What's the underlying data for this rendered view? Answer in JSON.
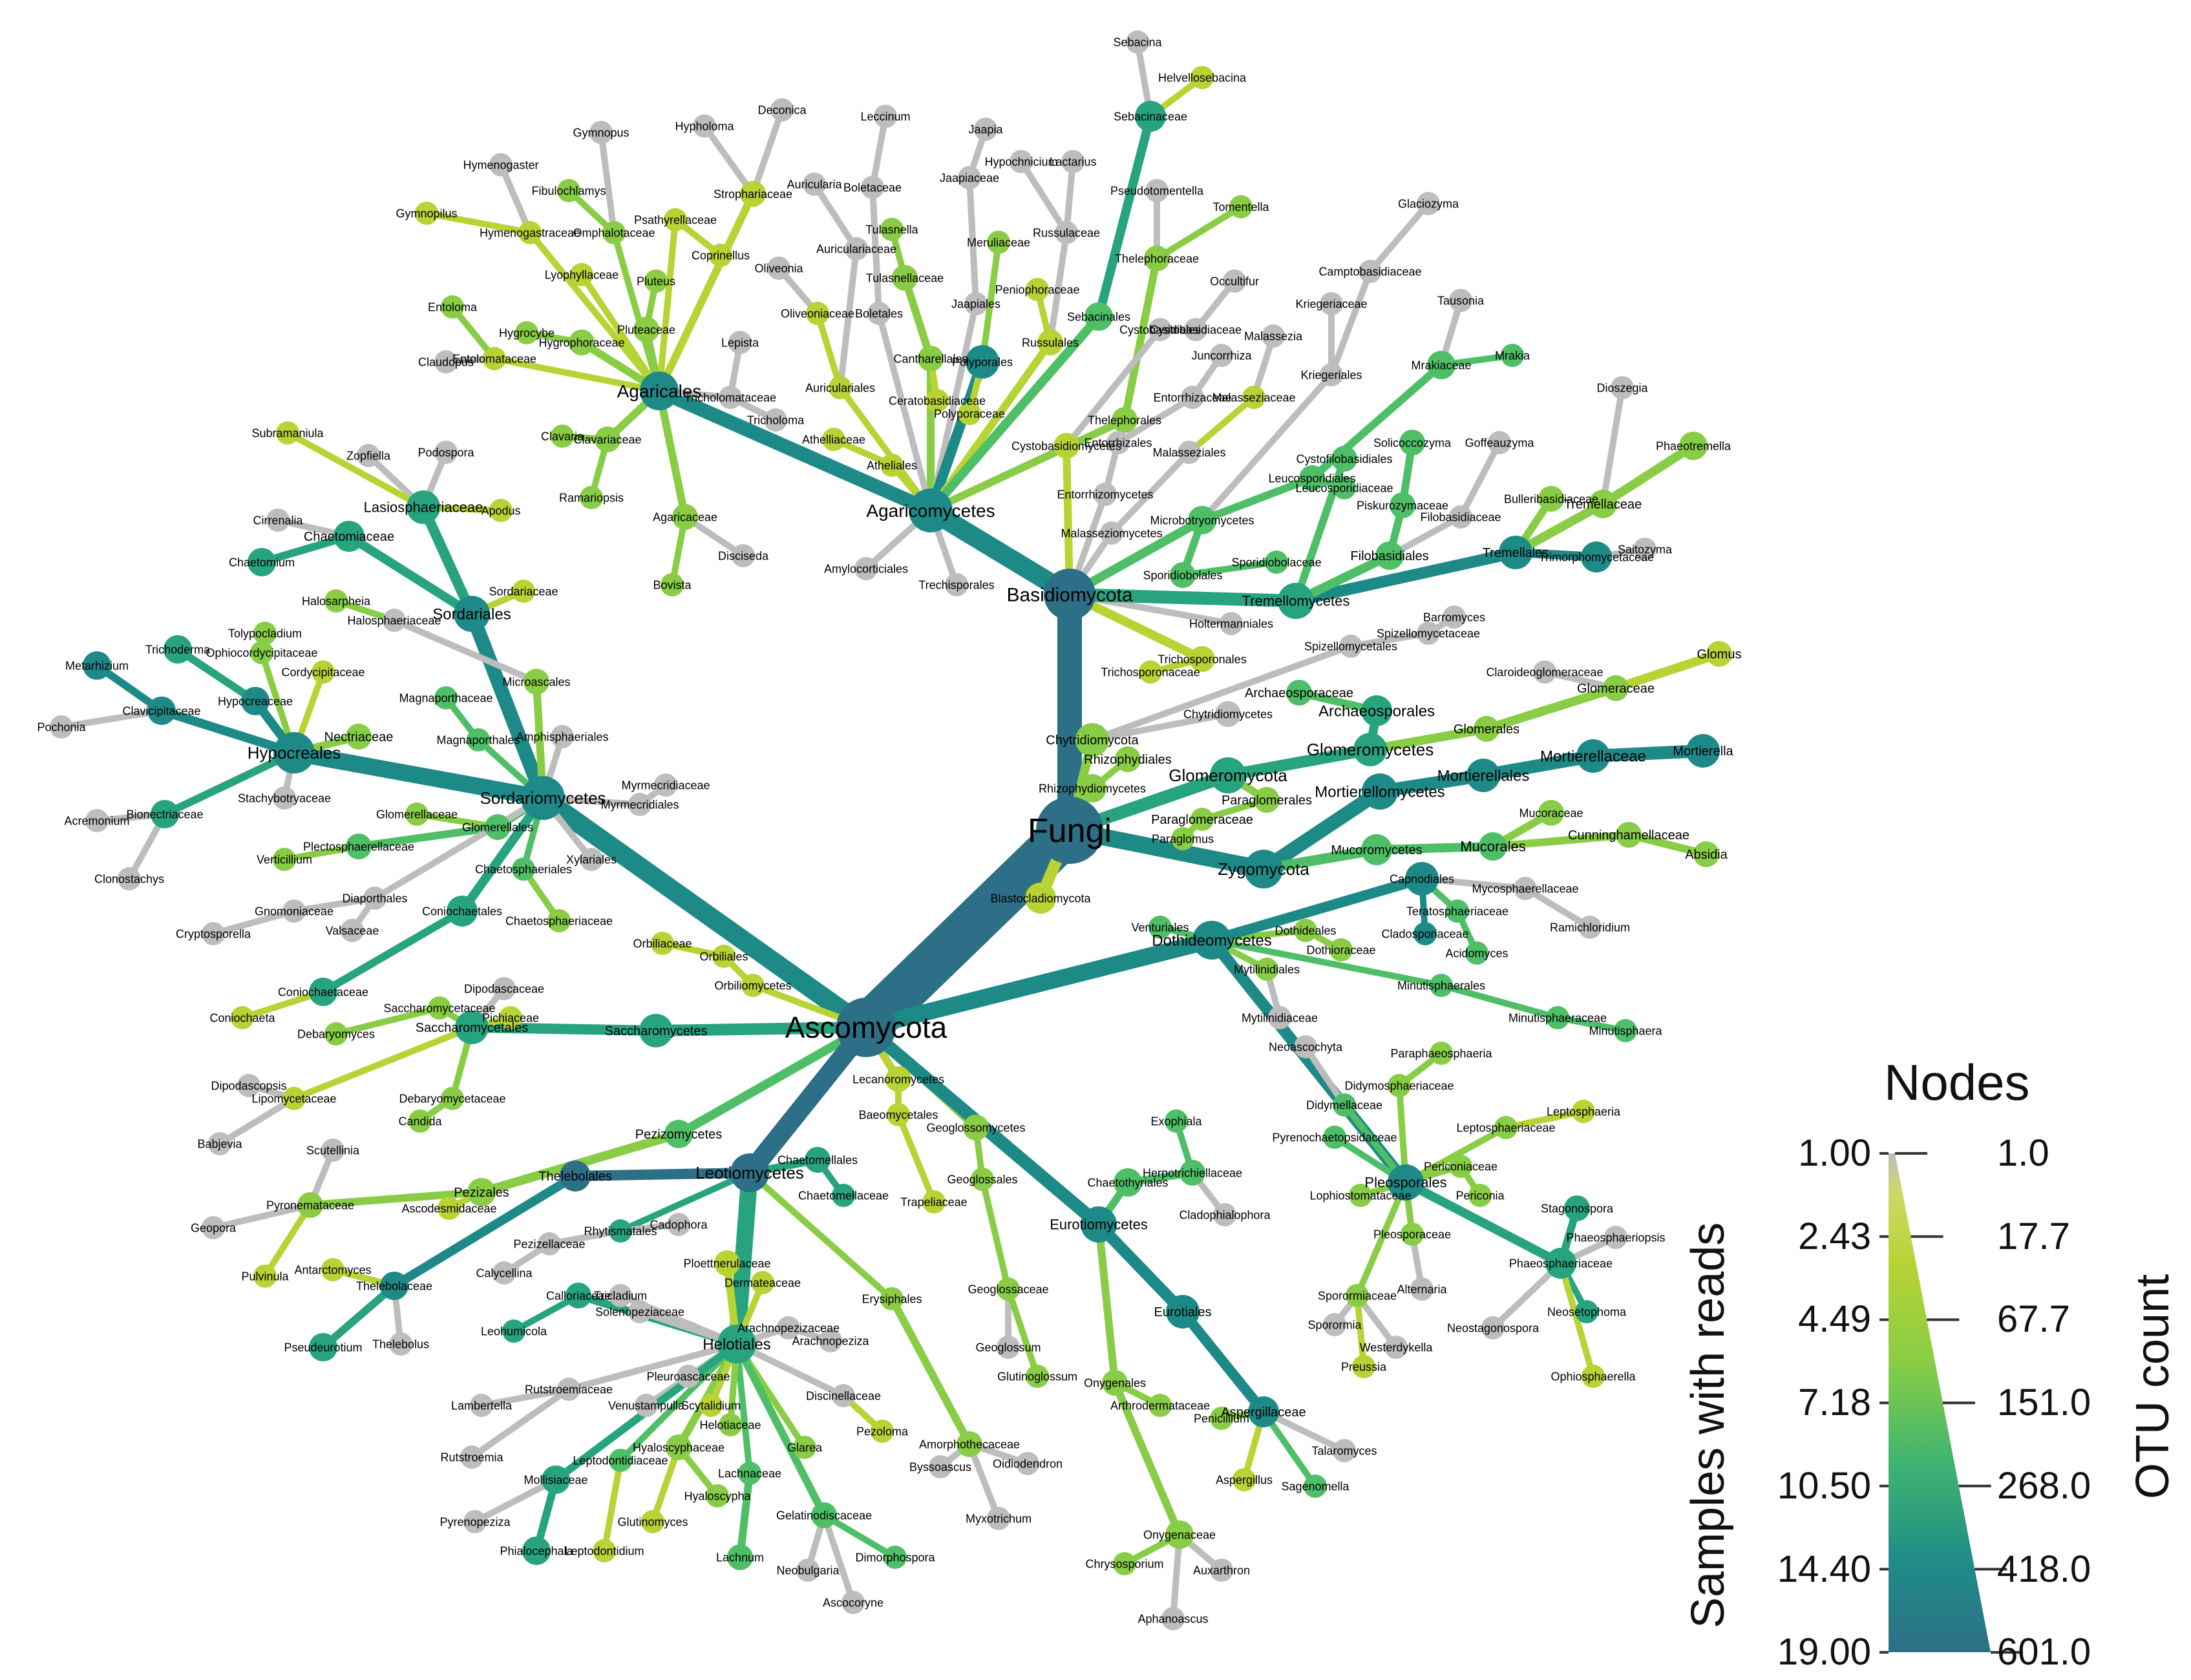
{
  "colors": {
    "scale": [
      "#bdbdbd",
      "#b7d334",
      "#88cd45",
      "#4fbf67",
      "#27a47f",
      "#1e8a88",
      "#2d6f86"
    ]
  },
  "legend": {
    "title": "Nodes",
    "left_axis_label": "Samples with reads",
    "right_axis_label": "OTU count",
    "left_ticks": [
      "1.00",
      "2.43",
      "4.49",
      "7.18",
      "10.50",
      "14.40",
      "19.00"
    ],
    "right_ticks": [
      "1.0",
      "17.7",
      "67.7",
      "151.0",
      "268.0",
      "418.0",
      "601.0"
    ]
  },
  "labels": [
    "Fungi",
    "Ascomycota",
    "Basidiomycota",
    "Blastocladiomycota",
    "Chytridiomycota",
    "Rhizophydiomycetes",
    "Rhizophydiales",
    "Chytridiomycetes",
    "Glomeromycota",
    "Glomeromycetes",
    "Glomerales",
    "Glomeraceae",
    "Glomus",
    "Archaeosporales",
    "Archaeosporaceae",
    "Claroideoglomeraceae",
    "Paraglomerales",
    "Paraglomeraceae",
    "Paraglomus",
    "Zygomycota",
    "Mortierellomycetes",
    "Mortierellales",
    "Mortierellaceae",
    "Mortierella",
    "Mucoromycetes",
    "Mucorales",
    "Mucoraceae",
    "Cunninghamellaceae",
    "Absidia",
    "Trichosporonales",
    "Trichosporonaceae",
    "Holtermanniales",
    "Spizellomycetales",
    "Spizellomycetaceae",
    "Barromyces",
    "Tremellomycetes",
    "Tremellales",
    "Tremellaceae",
    "Phaeotremella",
    "Dioszegia",
    "Bulleribasidiaceae",
    "Saitozyma",
    "Trimorphomycetaceae",
    "Filobasidiales",
    "Filobasidiaceae",
    "Cystofilobasidiales",
    "Goffeauzyma",
    "Solicoccozyma",
    "Piskurozymaceae",
    "Agaricomycetes",
    "Agaricales",
    "Tricholomataceae",
    "Tricholoma",
    "Lepista",
    "Athelliaceae",
    "Atheliales",
    "Amylocorticiales",
    "Trechisporales",
    "Cantharellales",
    "Ceratobasidiaceae",
    "Auriculariales",
    "Auriculariaceae",
    "Auricularia",
    "Oliveoniaceae",
    "Oliveonia",
    "Boletales",
    "Boletaceae",
    "Leccinum",
    "Tulasnellaceae",
    "Tulasnella",
    "Jaapiales",
    "Jaapiaceae",
    "Jaapia",
    "Polyporales",
    "Polyporaceae",
    "Russulales",
    "Russulaceae",
    "Lactarius",
    "Hypochnicium",
    "Meruliaceae",
    "Peniophoraceae",
    "Sebacinales",
    "Sebacinaceae",
    "Sebacina",
    "Helvellosebacina",
    "Pseudotomentella",
    "Tomentella",
    "Thelephoraceae",
    "Thelephorales",
    "Cystobasidiales",
    "Cystobasidiaceae",
    "Occultifur",
    "Entorrhizomycetes",
    "Entorrhizales",
    "Entorrhizaceae",
    "Juncorrhiza",
    "Malasseziomycetes",
    "Malasseziales",
    "Malasseziaceae",
    "Malassezia",
    "Kriegeriales",
    "Kriegeriaceae",
    "Camptobasidiaceae",
    "Glaciozyma",
    "Microbotryomycetes",
    "Leucosporidiales",
    "Leucosporidiaceae",
    "Mrakiaceae",
    "Mrakia",
    "Tausonia",
    "Sporidiobolales",
    "Sporidiobolaceae",
    "Cystobasidiomycetes",
    "Hygrophoraceae",
    "Hygrocybe",
    "Entolomataceae",
    "Entoloma",
    "Claudopus",
    "Pluteaceae",
    "Pluteus",
    "Lyophyllaceae",
    "Omphalotaceae",
    "Gymnopus",
    "Hymenogastraceae",
    "Hymenogaster",
    "Gymnopilus",
    "Fibulochlamys",
    "Psathyrellaceae",
    "Coprinellus",
    "Strophariaceae",
    "Hypholoma",
    "Deconica",
    "Clavariaceae",
    "Clavaria",
    "Ramariopsis",
    "Agaricaceae",
    "Bovista",
    "Disciseda",
    "Sordariomycetes",
    "Sordariales",
    "Sordariaceae",
    "Lasiosphaeriaceae",
    "Chaetomiaceae",
    "Chaetomium",
    "Cirrenalia",
    "Podospora",
    "Zopfiella",
    "Apodus",
    "Subramaniula",
    "Halosphaeriaceae",
    "Halosarpheia",
    "Microascales",
    "Hypocreales",
    "Hypocreaceae",
    "Trichoderma",
    "Nectriaceae",
    "Clavicipitaceae",
    "Metarhizium",
    "Pochonia",
    "Ophiocordycipitaceae",
    "Tolypocladium",
    "Cordycipitaceae",
    "Bionectriaceae",
    "Acremonium",
    "Clonostachys",
    "Stachybotryaceae",
    "Magnaporthaceae",
    "Magnaporthales",
    "Amphisphaeriales",
    "Myrmecridiaceae",
    "Myrmecridiales",
    "Glomerellaceae",
    "Glomerellales",
    "Plectosphaerellaceae",
    "Verticillium",
    "Xylariales",
    "Chaetosphaeriales",
    "Chaetosphaeriaceae",
    "Diaporthales",
    "Gnomoniaceae",
    "Valsaceae",
    "Cryptosporella",
    "Coniochaetales",
    "Coniochaetaceae",
    "Coniochaeta",
    "Orbiliomycetes",
    "Orbiliales",
    "Orbiliaceae",
    "Saccharomycetes",
    "Saccharomycetales",
    "Saccharomycetaceae",
    "Debaryomyces",
    "Dipodascaceae",
    "Pichiaceae",
    "Dipodascopsis",
    "Lipomycetaceae",
    "Debaryomycetaceae",
    "Candida",
    "Babjevia",
    "Pezizomycetes",
    "Pezizales",
    "Pyronemataceae",
    "Ascodesmidaceae",
    "Geopora",
    "Pulvinula",
    "Scutellinia",
    "Leotiomycetes",
    "Thelebolales",
    "Thelebolaceae",
    "Antarctomyces",
    "Pseudeurotium",
    "Thelebolus",
    "Helotiales",
    "Rhytismatales",
    "Cadophora",
    "Pezizellaceae",
    "Calycellina",
    "Calloriaceae",
    "Leohumicola",
    "Tricladium",
    "Solenopeziaceae",
    "Ploettnerulaceae",
    "Dermateaceae",
    "Arachnopezizaceae",
    "Arachnopeziza",
    "Pleuroascaceae",
    "Rutstroemiaceae",
    "Lambertella",
    "Venustampulla",
    "Rutstroemia",
    "Hyaloscyphaceae",
    "Leptodontidiaceae",
    "Mollisiaceae",
    "Pyrenopeziza",
    "Phialocephala",
    "Leptodontidium",
    "Glutinomyces",
    "Hyaloscypha",
    "Lachnaceae",
    "Lachnum",
    "Scytalidium",
    "Helotiaceae",
    "Discinellaceae",
    "Pezoloma",
    "Glarea",
    "Gelatinodiscaceae",
    "Neobulgaria",
    "Ascocoryne",
    "Dimorphospora",
    "Chaetomellales",
    "Chaetomellaceae",
    "Erysiphales",
    "Amorphothecaceae",
    "Oidiodendron",
    "Myxotrichum",
    "Byssoascus",
    "Lecanoromycetes",
    "Baeomycetales",
    "Trapeliaceae",
    "Geoglossomycetes",
    "Geoglossales",
    "Geoglossaceae",
    "Geoglossum",
    "Glutinoglossum",
    "Eurotiomycetes",
    "Chaetothyriales",
    "Herpotrichiellaceae",
    "Exophiala",
    "Cladophialophora",
    "Eurotiales",
    "Aspergillaceae",
    "Penicillium",
    "Aspergillus",
    "Sagenomella",
    "Talaromyces",
    "Onygenales",
    "Arthrodermataceae",
    "Onygenaceae",
    "Chrysosporium",
    "Auxarthron",
    "Aphanoascus",
    "Dothideomycetes",
    "Dothideales",
    "Dothioraceae",
    "Venturiales",
    "Capnodiales",
    "Mycosphaerellaceae",
    "Ramichloridium",
    "Teratosphaeriaceae",
    "Cladosporiaceae",
    "Acidomyces",
    "Mytilinidiales",
    "Mytilinidiaceae",
    "Minutisphaerales",
    "Minutisphaeraceae",
    "Minutisphaera",
    "Pleosporales",
    "Didymellaceae",
    "Neoascochyta",
    "Didymosphaeriaceae",
    "Paraphaeosphaeria",
    "Pyrenochaetopsidaceae",
    "Leptosphaeriaceae",
    "Leptosphaeria",
    "Lophiostomataceae",
    "Periconiaceae",
    "Periconia",
    "Pleosporaceae",
    "Alternaria",
    "Sporormiaceae",
    "Sporormia",
    "Preussia",
    "Westerdykella",
    "Phaeosphaeriaceae",
    "Stagonospora",
    "Phaeosphaeriopsis",
    "Neosetophoma",
    "Neostagonospora",
    "Ophiosphaerella"
  ]
}
